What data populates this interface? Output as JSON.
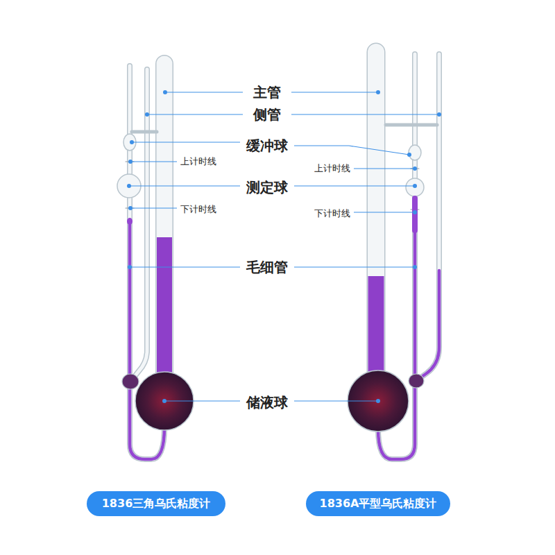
{
  "diagram": {
    "nodes": [
      {
        "text": [
          "1836三角乌氏粘度计"
        ]
      },
      {
        "text": [
          "1836A平型乌氏粘度计"
        ]
      }
    ],
    "labels": [
      "主管",
      "侧管",
      "缓冲球",
      "上计时线",
      "上计时线",
      "测定球",
      "下计时线",
      "下计时线",
      "毛细管",
      "储液球"
    ]
  }
}
